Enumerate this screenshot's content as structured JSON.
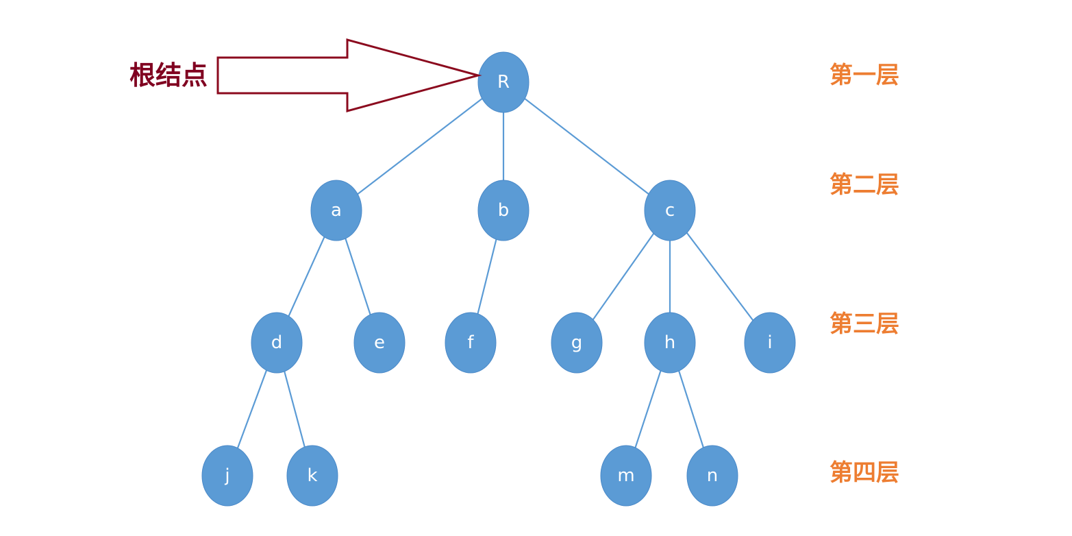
{
  "diagram": {
    "root_caption": "根结点",
    "levels": [
      "第一层",
      "第二层",
      "第三层",
      "第四层"
    ],
    "nodes": [
      {
        "id": "R",
        "label": "R",
        "level": 1
      },
      {
        "id": "a",
        "label": "a",
        "level": 2
      },
      {
        "id": "b",
        "label": "b",
        "level": 2
      },
      {
        "id": "c",
        "label": "c",
        "level": 2
      },
      {
        "id": "d",
        "label": "d",
        "level": 3
      },
      {
        "id": "e",
        "label": "e",
        "level": 3
      },
      {
        "id": "f",
        "label": "f",
        "level": 3
      },
      {
        "id": "g",
        "label": "g",
        "level": 3
      },
      {
        "id": "h",
        "label": "h",
        "level": 3
      },
      {
        "id": "i",
        "label": "i",
        "level": 3
      },
      {
        "id": "j",
        "label": "j",
        "level": 4
      },
      {
        "id": "k",
        "label": "k",
        "level": 4
      },
      {
        "id": "m",
        "label": "m",
        "level": 4
      },
      {
        "id": "n",
        "label": "n",
        "level": 4
      }
    ],
    "edges": [
      [
        "R",
        "a"
      ],
      [
        "R",
        "b"
      ],
      [
        "R",
        "c"
      ],
      [
        "a",
        "d"
      ],
      [
        "a",
        "e"
      ],
      [
        "b",
        "f"
      ],
      [
        "c",
        "g"
      ],
      [
        "c",
        "h"
      ],
      [
        "c",
        "i"
      ],
      [
        "d",
        "j"
      ],
      [
        "d",
        "k"
      ],
      [
        "h",
        "m"
      ],
      [
        "h",
        "n"
      ]
    ],
    "colors": {
      "node_fill": "#5b9bd5",
      "edge": "#5b9bd5",
      "level_text": "#ed7d31",
      "root_caption": "#800020",
      "arrow_outline": "#8b0a1e"
    }
  }
}
